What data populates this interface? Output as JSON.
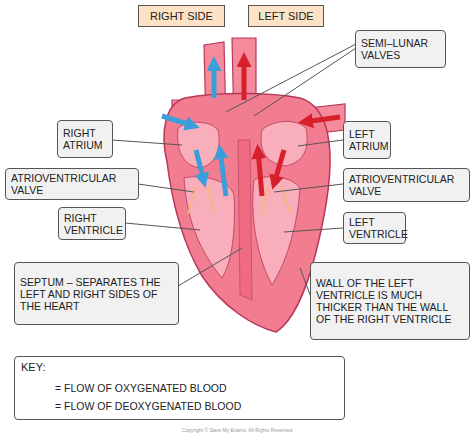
{
  "diagram": {
    "nodes": [
      {
        "text": [
          "RIGHT SIDE"
        ]
      },
      {
        "text": [
          "LEFT SIDE"
        ]
      },
      {
        "text": [
          "SEMI–LUNAR VALVES"
        ]
      },
      {
        "text": [
          "RIGHT ATRIUM"
        ]
      },
      {
        "text": [
          "LEFT ATRIUM"
        ]
      },
      {
        "text": [
          "ATRIOVENTRICULAR VALVE"
        ]
      },
      {
        "text": [
          "ATRIOVENTRICULAR VALVE"
        ]
      },
      {
        "text": [
          "RIGHT VENTRICLE"
        ]
      },
      {
        "text": [
          "LEFT VENTRICLE"
        ]
      },
      {
        "text": [
          "SEPTUM – SEPARATES THE LEFT AND RIGHT SIDES OF THE HEART"
        ]
      },
      {
        "text": [
          "WALL OF THE LEFT VENTRICLE IS MUCH THICKER THAN THE WALL OF THE RIGHT VENTRICLE"
        ]
      },
      {
        "text": [
          "KEY:"
        ]
      }
    ],
    "labels": [
      "Copyright © Save My Exams. All Rights Reserved"
    ],
    "legend": [
      {
        "text": "= FLOW OF OXYGENATED BLOOD"
      },
      {
        "text": "= FLOW OF DEOXYGENATED BLOOD"
      }
    ]
  }
}
